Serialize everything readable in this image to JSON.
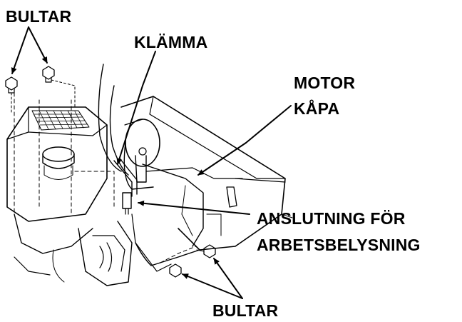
{
  "labels": {
    "bolts_top": "BULTAR",
    "clamp": "KLÄMMA",
    "engine_cover_line1": "MOTOR",
    "engine_cover_line2": "KÅPA",
    "work_light_line1": "ANSLUTNING FÖR",
    "work_light_line2": "ARBETSBELYSNING",
    "bolts_bottom": "BULTAR"
  },
  "colors": {
    "ink": "#000000",
    "background": "#ffffff"
  }
}
